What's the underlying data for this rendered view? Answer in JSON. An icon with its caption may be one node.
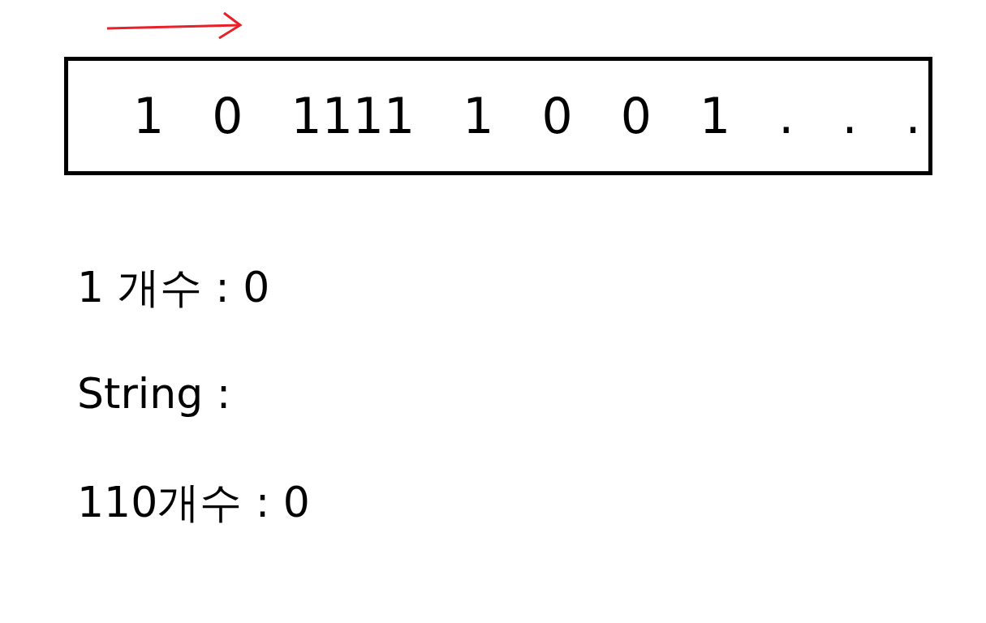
{
  "diagram": {
    "nodes": [
      {
        "text": [
          "1 0 1111 1 0 0 1 . . ."
        ]
      }
    ],
    "edges": [],
    "labels": [
      "1 개수 : 0",
      "String :",
      "110개수 : 0"
    ]
  }
}
